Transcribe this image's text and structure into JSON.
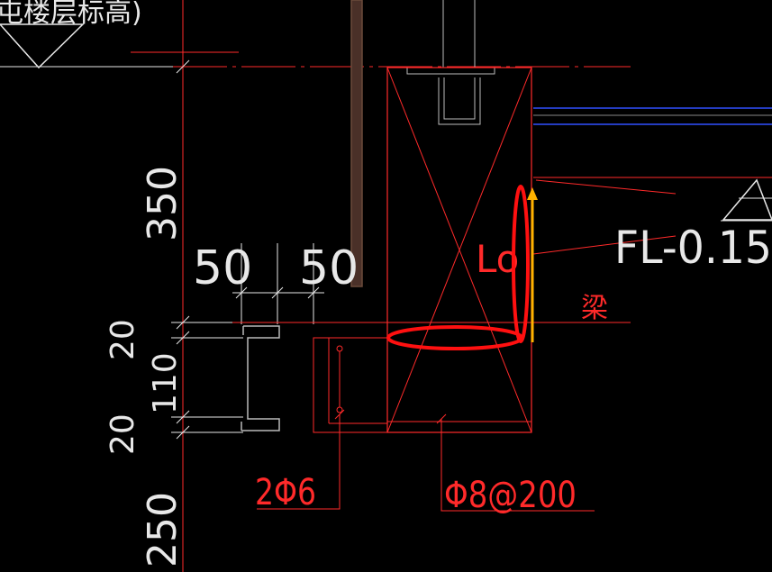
{
  "drawing": {
    "top_note": "屯楼层标高)",
    "dims_horizontal": [
      "50",
      "50"
    ],
    "dims_vertical": [
      "350",
      "20",
      "110",
      "20",
      "250"
    ],
    "level_label": "FL-0.15",
    "beam_label": "梁",
    "partial_label": "Lo",
    "rebar_stirrup": "2Φ6",
    "rebar_main": "Φ8@200",
    "colors": {
      "background": "#000000",
      "cad_red": "#ff2a2a",
      "highlight": "#ff1010",
      "arrow": "#ffb300",
      "text_white": "#e8e8e8",
      "brown_line": "#6b4a3a",
      "blue_line": "#3050ff"
    }
  }
}
